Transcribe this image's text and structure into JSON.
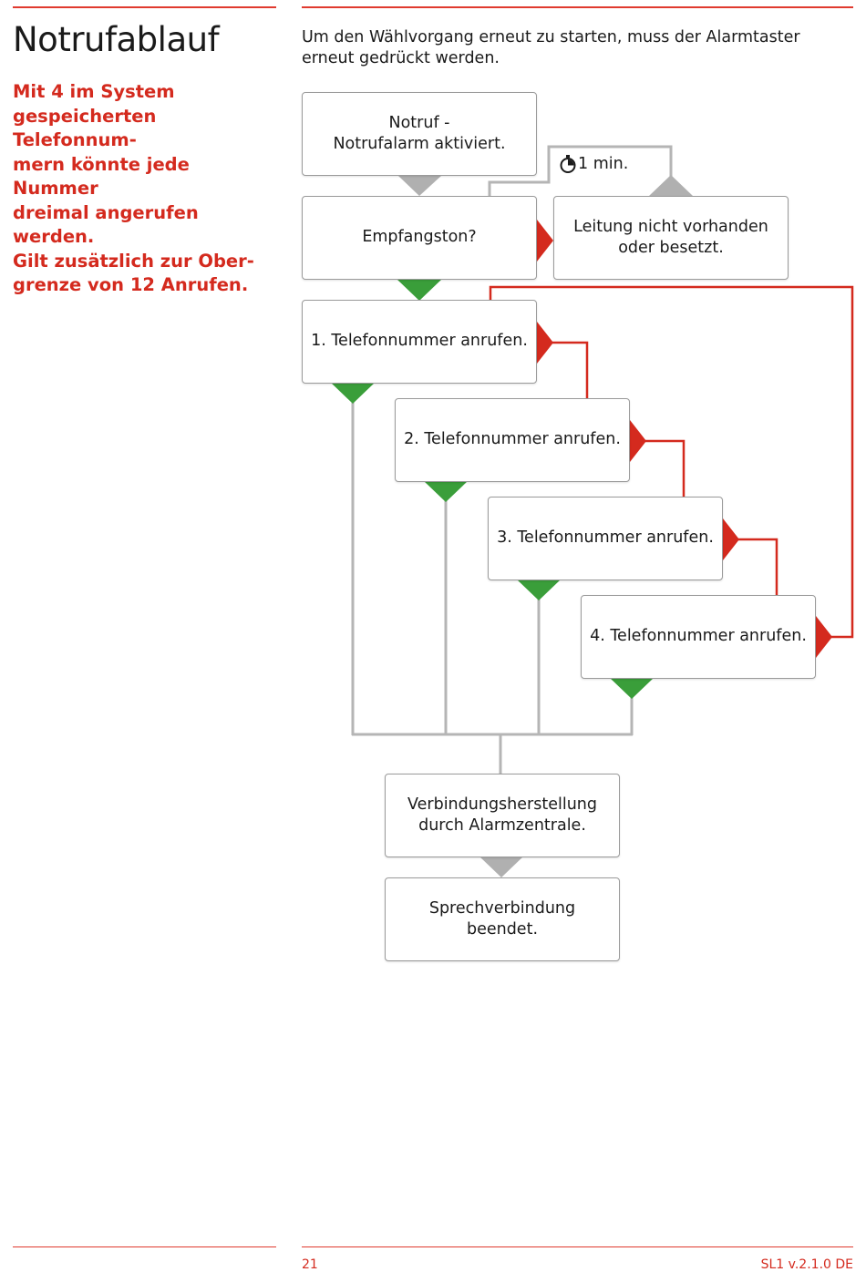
{
  "page": {
    "title": "Notrufablauf",
    "intro": "Mit 4 im System\ngespeicherten Telefonnum-\nmern könnte jede Nummer\ndreimal angerufen werden.\nGilt zusätzlich zur Ober-\ngrenze von 12 Anrufen.",
    "note": "Um den Wählvorgang erneut zu starten, muss der Alarmtaster\nerneut gedrückt werden.",
    "page_number": "21",
    "version": "SL1 v.2.1.0 DE"
  },
  "flow": {
    "notruf": "Notruf -\nNotrufalarm aktiviert.",
    "empfangston": "Empfangston?",
    "leitung": "Leitung nicht vorhanden\noder besetzt.",
    "timer": "1 min.",
    "timer_icon": "stopwatch-icon",
    "call1": "1. Telefonnummer anrufen.",
    "call2": "2. Telefonnummer anrufen.",
    "call3": "3. Telefonnummer anrufen.",
    "call4": "4. Telefonnummer anrufen.",
    "verbindung": "Verbindungsherstellung\ndurch Alarmzentrale.",
    "sprech": "Sprechverbindung\nbeendet."
  },
  "colors": {
    "accent_red": "#d42a1e",
    "success_green": "#3a9e3a",
    "neutral_gray": "#b0b0b0"
  }
}
